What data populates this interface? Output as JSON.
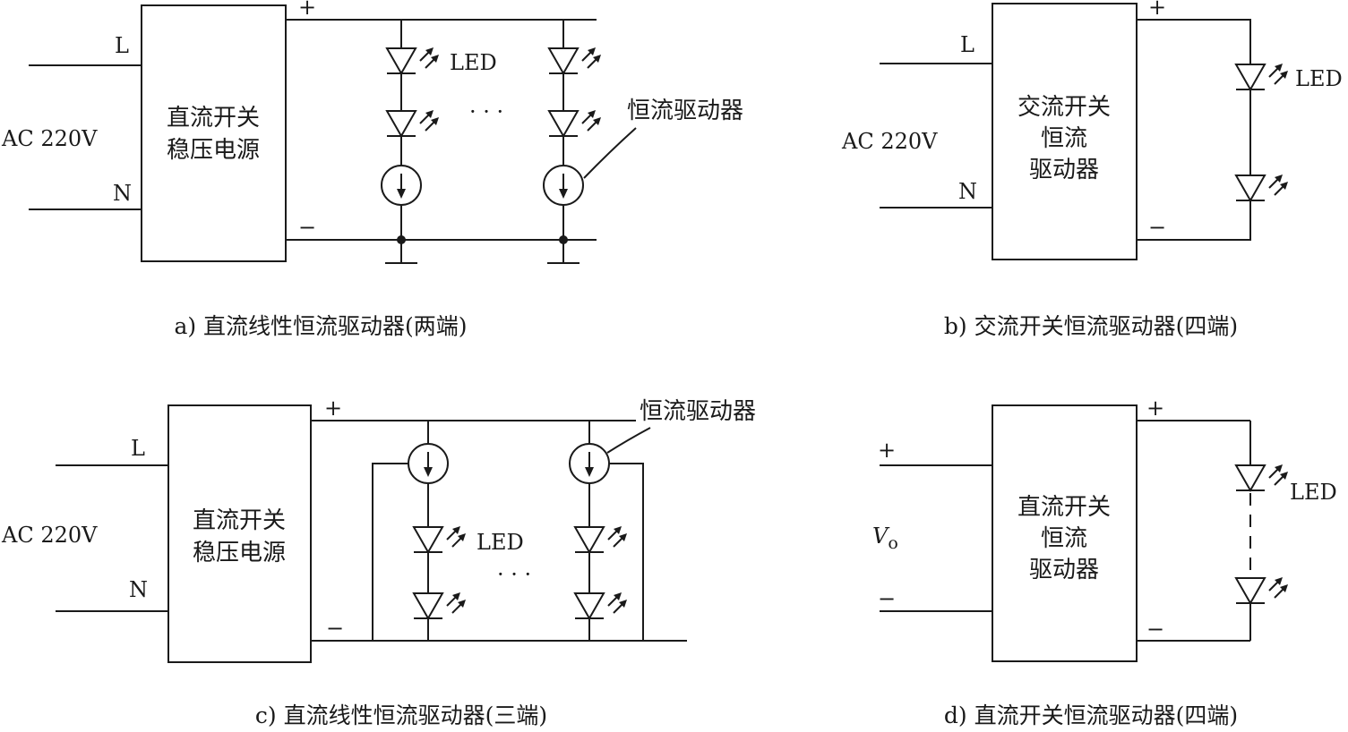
{
  "panel_a": {
    "caption": "a) 直流线性恒流驱动器(两端)",
    "box_line1": "直流开关",
    "box_line2": "稳压电源",
    "input": "AC 220V",
    "L": "L",
    "N": "N",
    "plus": "+",
    "minus": "−",
    "led": "LED",
    "dots": "· · ·",
    "driver": "恒流驱动器"
  },
  "panel_b": {
    "caption": "b) 交流开关恒流驱动器(四端)",
    "box_line1": "交流开关",
    "box_line2": "恒流",
    "box_line3": "驱动器",
    "input": "AC 220V",
    "L": "L",
    "N": "N",
    "plus": "+",
    "minus": "−",
    "led": "LED"
  },
  "panel_c": {
    "caption": "c) 直流线性恒流驱动器(三端)",
    "box_line1": "直流开关",
    "box_line2": "稳压电源",
    "input": "AC 220V",
    "L": "L",
    "N": "N",
    "plus": "+",
    "minus": "−",
    "led": "LED",
    "dots": "· · ·",
    "driver": "恒流驱动器"
  },
  "panel_d": {
    "caption": "d) 直流开关恒流驱动器(四端)",
    "box_line1": "直流开关",
    "box_line2": "恒流",
    "box_line3": "驱动器",
    "input_v": "V",
    "input_sub": "o",
    "plus_in": "+",
    "minus_in": "−",
    "plus": "+",
    "minus": "−",
    "led": "LED"
  }
}
